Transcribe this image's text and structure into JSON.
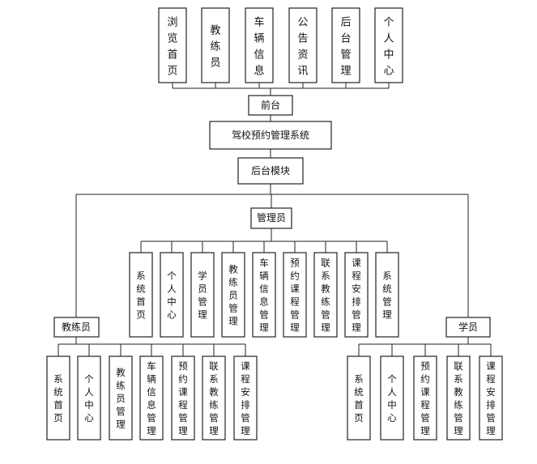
{
  "front": {
    "pages": [
      "浏览首页",
      "教练员",
      "车辆信息",
      "公告资讯",
      "后台管理",
      "个人中心"
    ],
    "label": "前台"
  },
  "system": {
    "title": "驾校预约管理系统"
  },
  "backend": {
    "label": "后台模块"
  },
  "admin": {
    "label": "管理员",
    "items": [
      "系统首页",
      "个人中心",
      "学员管理",
      "教练员管理",
      "车辆信息管理",
      "预约课程管理",
      "联系教练管理",
      "课程安排管理",
      "系统管理"
    ]
  },
  "coach": {
    "label": "教练员",
    "items": [
      "系统首页",
      "个人中心",
      "教练员管理",
      "车辆信息管理",
      "预约课程管理",
      "联系教练管理",
      "课程安排管理"
    ]
  },
  "student": {
    "label": "学员",
    "items": [
      "系统首页",
      "个人中心",
      "预约课程管理",
      "联系教练管理",
      "课程安排管理"
    ]
  }
}
